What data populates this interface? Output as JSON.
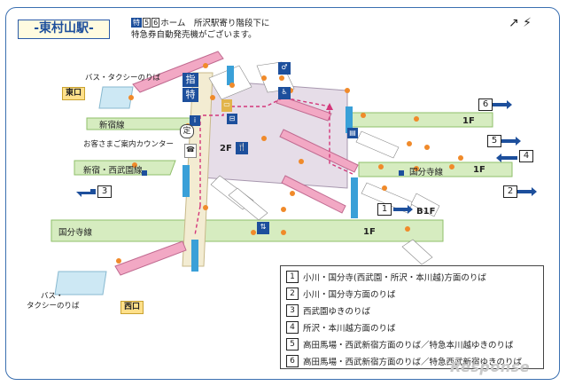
{
  "title": "-東村山駅-",
  "notice": {
    "prefix_mark": "特",
    "platform_marks": [
      "5",
      "6"
    ],
    "line1": "ホーム　所沢駅寄り階段下に",
    "line2": "特急券自動発売機がございます。"
  },
  "exits": {
    "east": "東口",
    "west": "西口"
  },
  "labels": {
    "bus_taxi_east": "バス・タクシーのりば",
    "bus_taxi_west_line1": "バス・",
    "bus_taxi_west_line2": "タクシーのりば",
    "service_counter": "お客さまご案内カウンター",
    "ticket_marks": [
      "指",
      "特"
    ],
    "teiki": "定"
  },
  "platform_lines": {
    "shinjuku": "新宿線",
    "shinjuku_seibuen": "新宿・西武園線",
    "kokubunji_left": "国分寺線",
    "kokubunji_right": "国分寺線"
  },
  "floors": {
    "f2": "2F",
    "f1_top": "1F",
    "f1_mid": "1F",
    "f1_bottom": "1F",
    "b1": "B1F"
  },
  "platform_numbers": {
    "p1": "1",
    "p2": "2",
    "p3": "3",
    "p4": "4",
    "p5": "5",
    "p6": "6"
  },
  "legend": [
    {
      "num": "1",
      "text": "小川・国分寺(西武園・所沢・本川越)方面のりば"
    },
    {
      "num": "2",
      "text": "小川・国分寺方面のりば"
    },
    {
      "num": "3",
      "text": "西武園ゆきのりば"
    },
    {
      "num": "4",
      "text": "所沢・本川越方面のりば"
    },
    {
      "num": "5",
      "text": "高田馬場・西武新宿方面のりば／特急本川越ゆきのりば"
    },
    {
      "num": "6",
      "text": "高田馬場・西武新宿方面のりば／特急西武新宿ゆきのりば"
    }
  ],
  "watermark": "Response",
  "colors": {
    "platform": "#d6ecc0",
    "platform_edge": "#8fbf6a",
    "concourse": "#e6dde8",
    "escalator": "#f2a8c4",
    "route": "#d4367a",
    "accent": "#1d4f9c",
    "elevator": "#3aa0d8",
    "facility_dot": "#f08a2a"
  }
}
